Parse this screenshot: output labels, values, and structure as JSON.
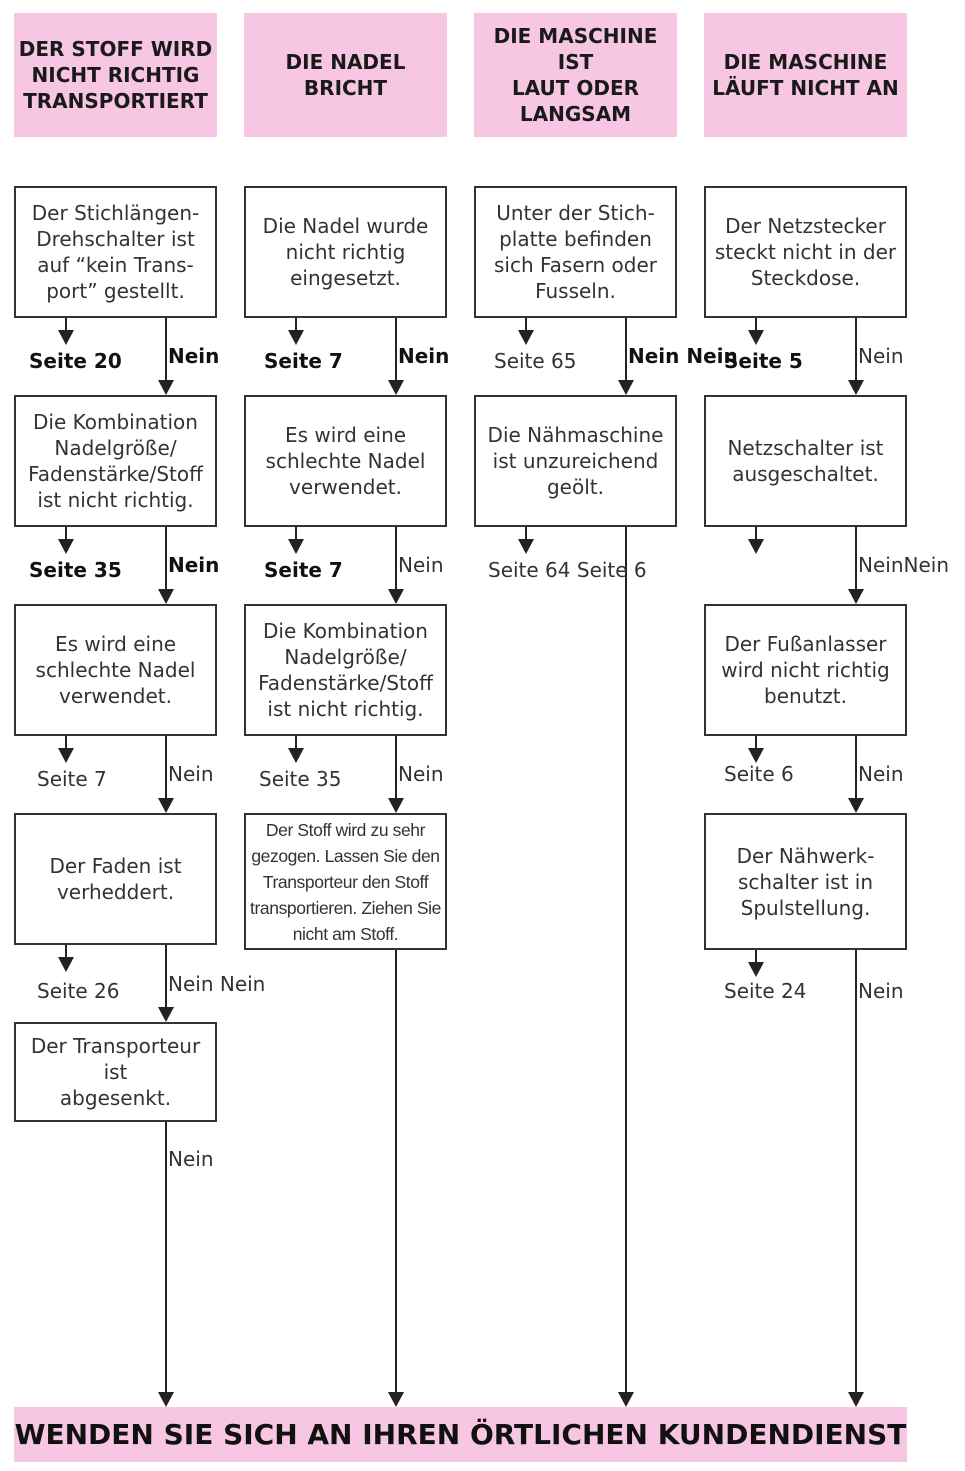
{
  "headers": {
    "col1": "DER STOFF WIRD\nNICHT RICHTIG\nTRANSPORTIERT",
    "col2": "DIE NADEL\nBRICHT",
    "col3": "DIE MASCHINE IST\nLAUT ODER\nLANGSAM",
    "col4": "DIE MASCHINE\nLÄUFT NICHT AN"
  },
  "col1": {
    "box1": "Der Stichlängen-\nDrehschalter ist\nauf “kein Trans-\nport” gestellt.",
    "page1": "Seite 20",
    "no1": "Nein",
    "box2": "Die Kombination\nNadelgröße/\nFadenstärke/Stoff\nist nicht richtig.",
    "page2": "Seite 35",
    "no2": "Nein",
    "box3": "Es wird eine\nschlechte Nadel\nverwendet.",
    "page3": "Seite 7",
    "no3": "Nein",
    "box4": "Der Faden ist\nverheddert.",
    "page4": "Seite 26",
    "no4": "Nein Nein",
    "box5": "Der Transporteur ist\nabgesenkt.",
    "no5": "Nein"
  },
  "col2": {
    "box1": "Die Nadel wurde\nnicht richtig\neingesetzt.",
    "page1": "Seite 7",
    "no1": "Nein",
    "box2": "Es wird eine\nschlechte Nadel\nverwendet.",
    "page2": "Seite 7",
    "no2": "Nein",
    "box3": "Die Kombination\nNadelgröße/\nFadenstärke/Stoff\nist nicht richtig.",
    "page3": "Seite 35",
    "no3": "Nein",
    "box4": "Der Stoff wird zu sehr\ngezogen. Lassen Sie den\nTransporteur den Stoff\ntransportieren. Ziehen Sie\nnicht am Stoff."
  },
  "col3": {
    "box1": "Unter der Stich-\nplatte befinden\nsich Fasern oder\nFusseln.",
    "page1": "Seite 65",
    "no1": "Nein Nein",
    "box2": "Die Nähmaschine\nist unzureichend\ngeölt.",
    "page2": "Seite 64 Seite 6"
  },
  "col4": {
    "box1": "Der Netzstecker\nsteckt nicht in der\nSteckdose.",
    "page1": "Seite 5",
    "no1": "Nein",
    "box2": "Netzschalter ist\nausgeschaltet.",
    "no2": "NeinNein",
    "box3": "Der Fußanlasser\nwird nicht richtig\nbenutzt.",
    "page3": "Seite 6",
    "no3": "Nein",
    "box4": "Der Nähwerk-\nschalter ist in\nSpulstellung.",
    "page4": "Seite 24",
    "no4": "Nein"
  },
  "footer": "WENDEN SIE SICH AN IHREN ÖRTLICHEN KUNDENDIENST",
  "colors": {
    "header_bg": "#f7c6e2",
    "line": "#222222"
  }
}
